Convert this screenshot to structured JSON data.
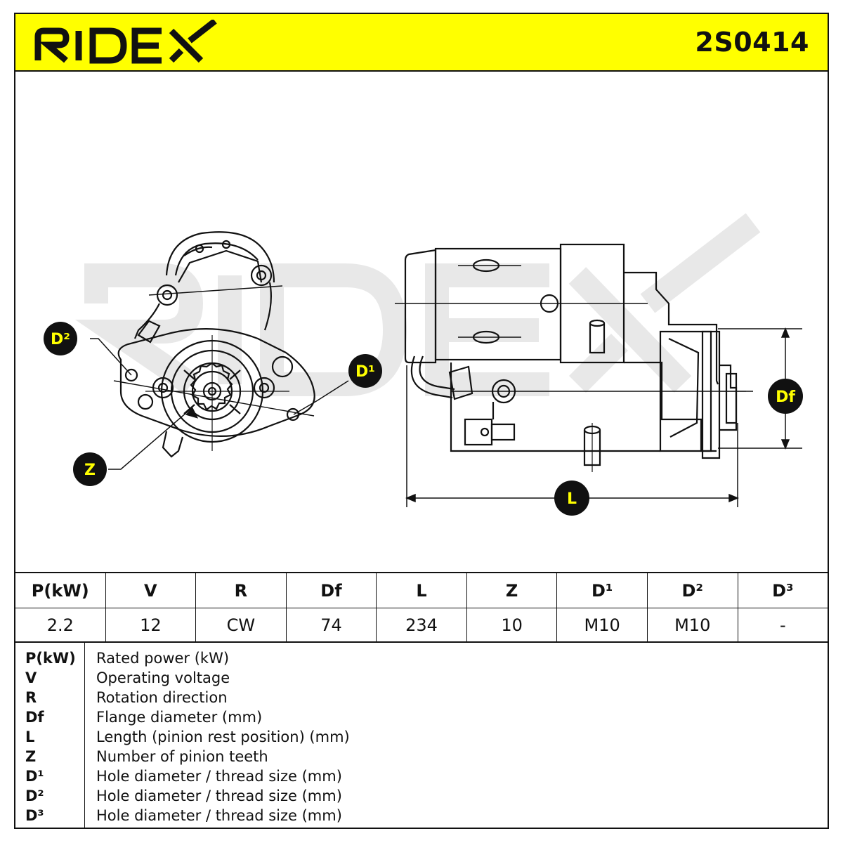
{
  "header": {
    "brand": "RIDEX",
    "part_number": "2S0414"
  },
  "diagram": {
    "labels": {
      "d2": "D²",
      "d1": "D¹",
      "z": "Z",
      "df": "Df",
      "l": "L"
    },
    "watermark": "RIDEX",
    "colors": {
      "accent": "#ffff00",
      "badge": "#111111",
      "badge_text": "#ffff00",
      "watermark": "#e6e6e6"
    }
  },
  "spec_table": {
    "headers": [
      "P(kW)",
      "V",
      "R",
      "Df",
      "L",
      "Z",
      "D¹",
      "D²",
      "D³"
    ],
    "values": [
      "2.2",
      "12",
      "CW",
      "74",
      "234",
      "10",
      "M10",
      "M10",
      "-"
    ]
  },
  "legend": [
    {
      "key": "P(kW)",
      "desc": "Rated power (kW)"
    },
    {
      "key": "V",
      "desc": "Operating voltage"
    },
    {
      "key": "R",
      "desc": "Rotation direction"
    },
    {
      "key": "Df",
      "desc": "Flange diameter (mm)"
    },
    {
      "key": "L",
      "desc": "Length (pinion rest position) (mm)"
    },
    {
      "key": "Z",
      "desc": "Number of pinion teeth"
    },
    {
      "key": "D¹",
      "desc": "Hole diameter / thread size (mm)"
    },
    {
      "key": "D²",
      "desc": "Hole diameter / thread size (mm)"
    },
    {
      "key": "D³",
      "desc": "Hole diameter / thread size (mm)"
    }
  ]
}
